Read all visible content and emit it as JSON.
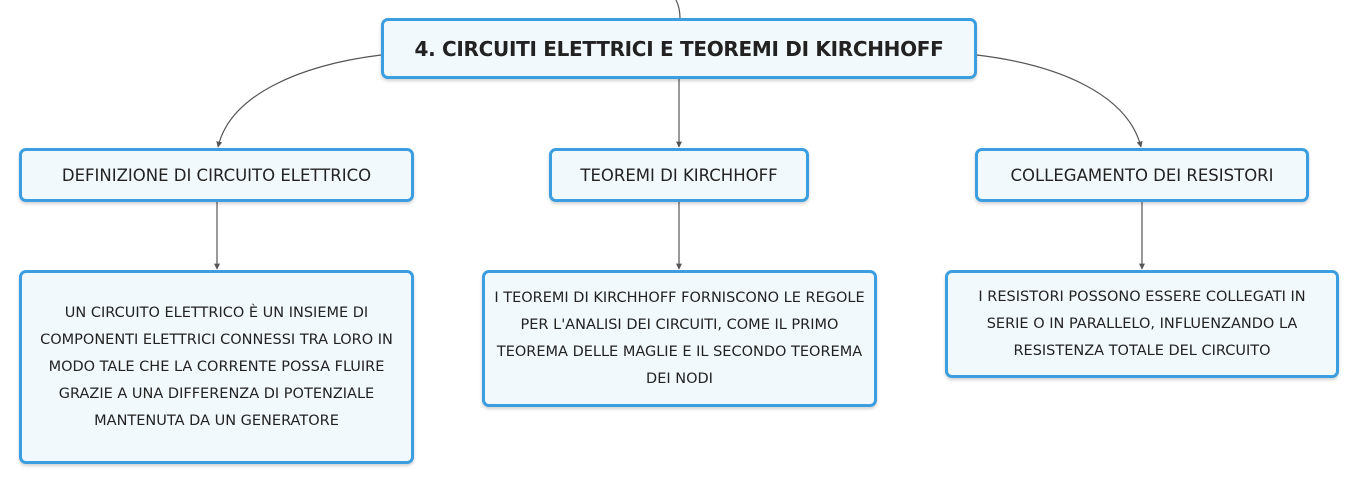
{
  "root": {
    "label": "4. CIRCUITI ELETTRICI E TEOREMI DI KIRCHHOFF"
  },
  "topics": [
    {
      "label": "DEFINIZIONE DI CIRCUITO ELETTRICO",
      "detail": "UN CIRCUITO ELETTRICO È UN INSIEME DI COMPONENTI ELETTRICI CONNESSI TRA LORO IN MODO TALE CHE LA CORRENTE POSSA FLUIRE GRAZIE A UNA DIFFERENZA DI POTENZIALE MANTENUTA DA UN GENERATORE"
    },
    {
      "label": "TEOREMI DI KIRCHHOFF",
      "detail": "I TEOREMI DI KIRCHHOFF FORNISCONO LE REGOLE PER L'ANALISI DEI CIRCUITI, COME IL PRIMO TEOREMA DELLE MAGLIE E IL SECONDO TEOREMA DEI NODI"
    },
    {
      "label": "COLLEGAMENTO DEI RESISTORI",
      "detail": "I RESISTORI POSSONO ESSERE COLLEGATI IN SERIE O IN PARALLELO, INFLUENZANDO LA RESISTENZA TOTALE DEL CIRCUITO"
    }
  ],
  "colors": {
    "node_border": "#3a9ee0",
    "node_fill": "#f2f9fd",
    "connector": "#555555",
    "text": "#222222"
  }
}
